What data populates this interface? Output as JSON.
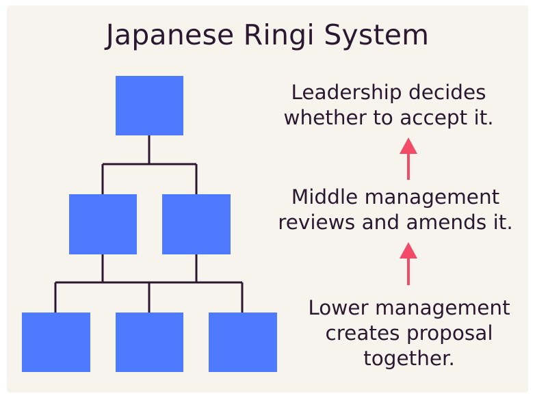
{
  "title": "Japanese Ringi System",
  "colors": {
    "background": "#f7f4ee",
    "box": "#4d7aff",
    "connector": "#2b1730",
    "arrow": "#f24a67",
    "text": "#2a1730"
  },
  "hierarchy": {
    "levels": [
      "leadership",
      "middle-management",
      "lower-management"
    ],
    "boxes_per_level": [
      1,
      2,
      3
    ]
  },
  "steps": [
    {
      "id": "lower",
      "text": "Lower management creates proposal together."
    },
    {
      "id": "middle",
      "text": "Middle management reviews and amends it."
    },
    {
      "id": "top",
      "text": "Leadership decides whether to accept it."
    }
  ],
  "lines": {
    "top": [
      "Leadership decides",
      "whether to accept it."
    ],
    "middle": [
      "Middle management",
      "reviews and amends it."
    ],
    "lower": [
      "Lower management",
      "creates proposal",
      "together."
    ]
  }
}
